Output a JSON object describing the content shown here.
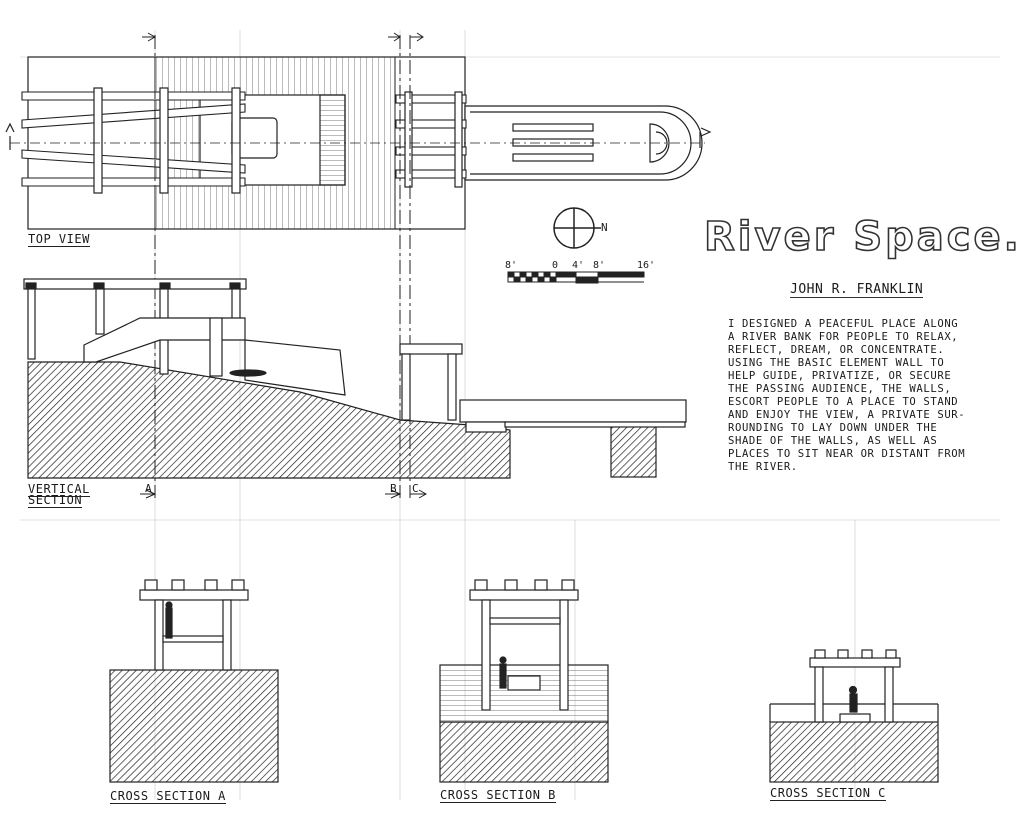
{
  "title": "River Space.",
  "author": "JOHN R. FRANKLIN",
  "description_lines": [
    "I DESIGNED A PEACEFUL PLACE ALONG",
    "A RIVER BANK FOR PEOPLE TO RELAX,",
    "REFLECT, DREAM, OR CONCENTRATE.",
    "USING THE BASIC ELEMENT WALL TO",
    "HELP GUIDE, PRIVATIZE, OR SECURE",
    "THE PASSING AUDIENCE, THE WALLS,",
    "ESCORT PEOPLE TO A PLACE TO STAND",
    "AND ENJOY THE VIEW, A PRIVATE SUR-",
    "ROUNDING TO LAY DOWN UNDER THE",
    "SHADE OF THE WALLS, AS WELL AS",
    "PLACES TO SIT NEAR OR DISTANT FROM",
    "THE RIVER."
  ],
  "views": {
    "top": "TOP VIEW",
    "vertical_line1": "VERTICAL",
    "vertical_line2": "SECTION",
    "cross_a": "CROSS SECTION A",
    "cross_b": "CROSS SECTION B",
    "cross_c": "CROSS SECTION C"
  },
  "section_marks": {
    "a": "A",
    "b": "B",
    "c": "C"
  },
  "compass": {
    "label": "N"
  },
  "scale_bar": {
    "ticks": [
      "8'",
      "0",
      "4'",
      "8'",
      "16'"
    ]
  },
  "colors": {
    "ink": "#1a1a1a",
    "paper": "#ffffff",
    "construction_line": "#b8b8b8"
  }
}
